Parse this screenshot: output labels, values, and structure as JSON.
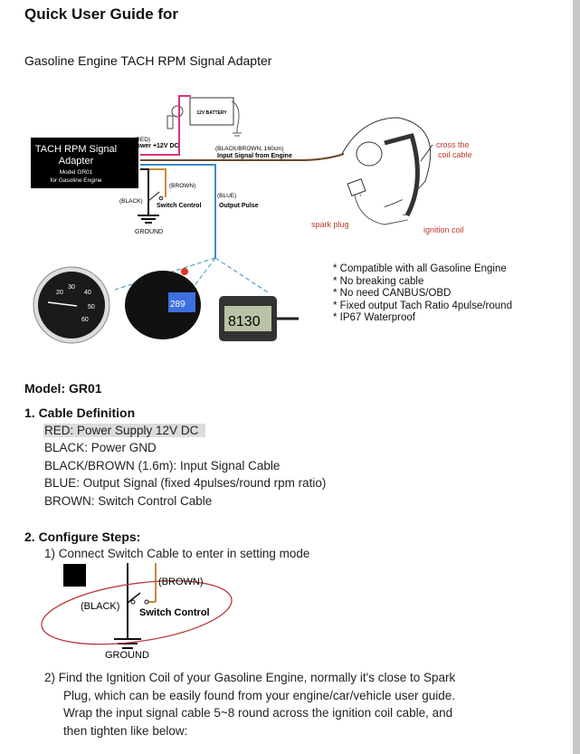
{
  "title": "Quick User Guide for",
  "subtitle": "Gasoline Engine TACH RPM Signal Adapter",
  "diagram": {
    "box_title_1": "TACH RPM Signal",
    "box_title_2": "Adapter",
    "box_model": "Model GR01",
    "box_engine": "for Gasoline Engine",
    "battery": "12V BATTERY",
    "red_label": "(RED)",
    "red_desc": "Power +12V DC",
    "bb_label": "(BLACK/BROWN, 160cm)",
    "bb_desc": "Input Signal from Engine",
    "brown_label": "(BROWN)",
    "black_label": "(BLACK)",
    "switch_label": "Switch Control",
    "blue_label": "(BLUE)",
    "blue_desc": "Output Pulse",
    "ground": "GROUND",
    "cross_1": "cross the",
    "cross_2": "coil cable",
    "spark_plug": "spark plug",
    "ignition_coil": "ignition coil",
    "gauge_readout": "8130",
    "dash_readout": "289",
    "colors": {
      "red": "#d6337f",
      "brown": "#c98a3c",
      "blue": "#3b8fc0",
      "annot": "#c0392b"
    }
  },
  "features": [
    "* Compatible with all Gasoline Engine",
    "* No breaking cable",
    "* No need CANBUS/OBD",
    "* Fixed output Tach Ratio 4pulse/round",
    "* IP67 Waterproof"
  ],
  "model": "Model: GR01",
  "section1": {
    "heading": "1.  Cable Definition",
    "items": [
      "RED: Power Supply 12V DC",
      "BLACK: Power GND",
      "BLACK/BROWN (1.6m): Input Signal Cable",
      "BLUE: Output Signal (fixed 4pulses/round rpm ratio)",
      "BROWN: Switch Control Cable"
    ]
  },
  "section2": {
    "heading": "2.  Configure Steps:",
    "step1": "1)  Connect Switch Cable to enter in setting mode",
    "step1_diagram": {
      "brown": "(BROWN)",
      "black": "(BLACK)",
      "switch": "Switch Control",
      "ground": "GROUND"
    },
    "step2_lines": [
      "2)  Find the Ignition Coil of your Gasoline Engine, normally it's close to Spark",
      "Plug, which can be easily found from your engine/car/vehicle user guide.",
      "Wrap the input signal cable 5~8 round across the ignition coil cable, and",
      "then tighten like below:"
    ]
  }
}
